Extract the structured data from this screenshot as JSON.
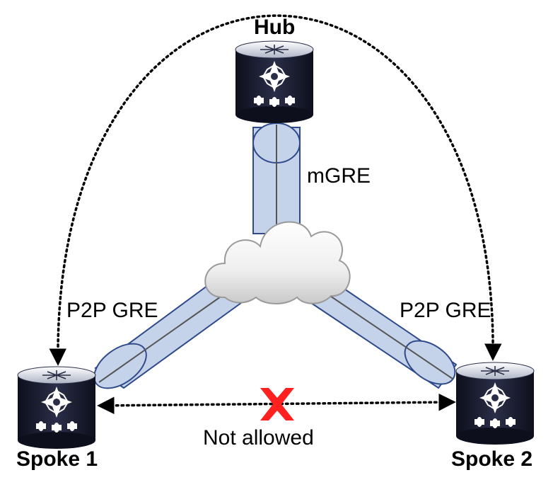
{
  "nodes": {
    "hub": {
      "label": "Hub"
    },
    "spoke1": {
      "label": "Spoke 1"
    },
    "spoke2": {
      "label": "Spoke 2"
    }
  },
  "links": {
    "hub_tunnel": "mGRE",
    "spoke1_tunnel": "P2P GRE",
    "spoke2_tunnel": "P2P GRE",
    "spoke_to_spoke": "Not allowed"
  },
  "colors": {
    "tunnel_fill": "#c5d3ea",
    "tunnel_stroke": "#2f4a8a",
    "router_body": "#1b1e33",
    "blocked_mark": "#ff2020"
  }
}
